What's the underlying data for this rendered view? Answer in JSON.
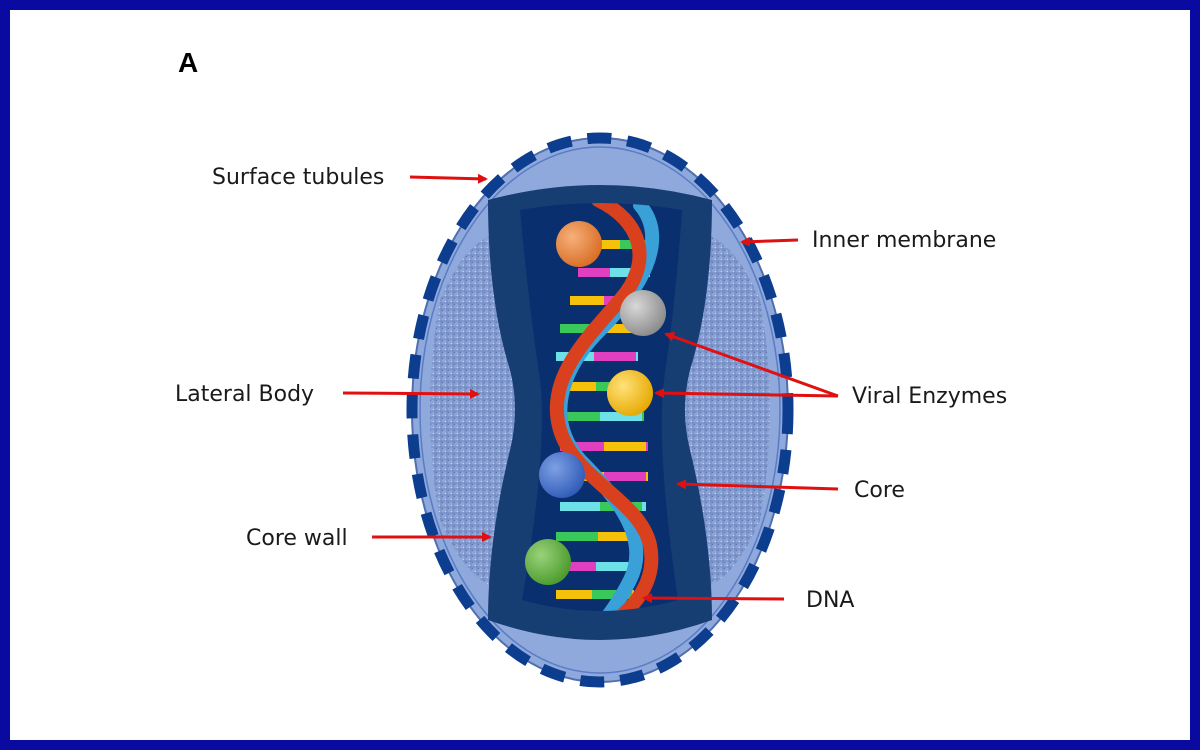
{
  "panel_letter": "A",
  "labels": {
    "surface_tubules": "Surface tubules",
    "inner_membrane": "Inner membrane",
    "lateral_body": "Lateral Body",
    "viral_enzymes": "Viral Enzymes",
    "core": "Core",
    "core_wall": "Core wall",
    "dna": "DNA"
  },
  "colors": {
    "frame": "#0a0aa0",
    "outer_membrane": "#8fa9dc",
    "surface_tubules": "#0d3d8f",
    "lateral_body": "#8ea5d6",
    "core_wall": "#173e73",
    "core": "#0a2f6e",
    "arrow": "#e01010",
    "enzyme_orange": "#e88440",
    "enzyme_gray": "#a6a6a6",
    "enzyme_yellow": "#f5c10a",
    "enzyme_blue": "#4570c8",
    "enzyme_green": "#5fae3e",
    "dna_red": "#d8401e",
    "dna_blue": "#3aa0d8"
  }
}
